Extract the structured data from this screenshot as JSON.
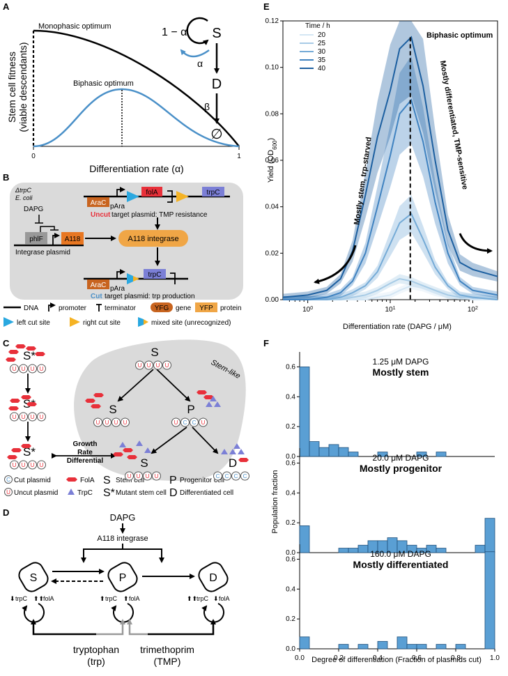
{
  "panel_labels": {
    "a": "A",
    "b": "B",
    "c": "C",
    "d": "D",
    "e": "E",
    "f": "F"
  },
  "panelA": {
    "ylabel1": "Stem cell fitness",
    "ylabel2": "(viable descendants)",
    "xlabel": "Differentiation rate (α)",
    "x0": "0",
    "x1": "1",
    "mono": "Monophasic optimum",
    "bi": "Biphasic optimum",
    "schema": {
      "one_minus_alpha": "1 − α",
      "S": "S",
      "alpha": "α",
      "D": "D",
      "beta": "β",
      "empty": "∅"
    }
  },
  "panelB": {
    "strain1": "ΔtrpC",
    "strain2": "E. coli",
    "folA": "folA",
    "trpC": "trpC",
    "araC": "AraC",
    "pAra": "pAra",
    "uncut_hi": "Uncut",
    "uncut_rest": " target plasmid: TMP resistance",
    "dapg": "DAPG",
    "phlF": "phlF",
    "a118": "A118",
    "integrase_plasmid": "Integrase plasmid",
    "a118_integrase": "A118 integrase",
    "cut_hi": "Cut",
    "cut_rest": " target plasmid: trp production"
  },
  "legendB": {
    "dna": "DNA",
    "promoter": "promoter",
    "terminator": "terminator",
    "gene_box": "YFG",
    "gene": "gene",
    "protein_box": "YFP",
    "protein": "protein",
    "left": "left cut site",
    "right": "right cut site",
    "mixed": "mixed site (unrecognized)"
  },
  "panelC": {
    "sstar": "S*",
    "S": "S",
    "P": "P",
    "D": "D",
    "u": "U",
    "c": "C",
    "stem_like": "Stem-like",
    "growth1": "Growth",
    "growth2": "Rate",
    "growth3": "Differential",
    "legend": {
      "cut": "Cut plasmid",
      "uncut": "Uncut plasmid",
      "fola": "FolA",
      "trpc": "TrpC",
      "stem": "Stem cell",
      "mutant": "Mutant stem cell",
      "prog": "Progenitor cell",
      "diff": "Differentiated cell",
      "S": "S",
      "Sstar": "S*",
      "P": "P",
      "D": "D",
      "C": "C",
      "U": "U"
    }
  },
  "panelD": {
    "dapg": "DAPG",
    "integrase": "A118 integrase",
    "S": "S",
    "P": "P",
    "D": "D",
    "trpC": "trpC",
    "folA": "folA",
    "trp1": "tryptophan",
    "trp2": "(trp)",
    "tmp1": "trimethoprim",
    "tmp2": "(TMP)"
  },
  "chart_e": {
    "type": "line",
    "xlabel": "Differentiation rate (DAPG / μM)",
    "ylabel": "Yield (OD600)",
    "x_scale": "log",
    "xlim": [
      0.5,
      200
    ],
    "ylim": [
      0,
      0.12
    ],
    "x_ticks": [
      "10^0",
      "10^1",
      "10^2"
    ],
    "x_tick_labels": {
      "base": "10",
      "exp0": "0",
      "exp1": "1",
      "exp2": "2"
    },
    "y_ticks": [
      "0.00",
      "0.02",
      "0.04",
      "0.06",
      "0.08",
      "0.10",
      "0.12"
    ],
    "legend_title": "Time / h",
    "legend_position": "top-left",
    "x": [
      0.5,
      1,
      1.7,
      2.5,
      3.5,
      5,
      7,
      10,
      13,
      18,
      25,
      35,
      50,
      70,
      100,
      200
    ],
    "series": [
      {
        "name": "20",
        "values": [
          0,
          0,
          0,
          0,
          0,
          0,
          0.001,
          0.002,
          0.004,
          0.006,
          0.005,
          0.003,
          0.002,
          0.001,
          0,
          0
        ]
      },
      {
        "name": "25",
        "values": [
          0,
          0,
          0,
          0,
          0.001,
          0.002,
          0.004,
          0.007,
          0.009,
          0.008,
          0.006,
          0.004,
          0.002,
          0.001,
          0.001,
          0
        ]
      },
      {
        "name": "30",
        "values": [
          0,
          0,
          0,
          0.001,
          0.003,
          0.006,
          0.012,
          0.024,
          0.033,
          0.037,
          0.026,
          0.014,
          0.006,
          0.002,
          0.001,
          0
        ]
      },
      {
        "name": "35",
        "values": [
          0,
          0,
          0.001,
          0.003,
          0.008,
          0.02,
          0.04,
          0.062,
          0.08,
          0.086,
          0.068,
          0.042,
          0.02,
          0.008,
          0.004,
          0.002
        ]
      },
      {
        "name": "40",
        "values": [
          0.001,
          0.002,
          0.004,
          0.009,
          0.021,
          0.045,
          0.07,
          0.09,
          0.108,
          0.113,
          0.092,
          0.06,
          0.03,
          0.016,
          0.013,
          0.01
        ]
      }
    ],
    "band_series": "40",
    "optimum_x": 17.5,
    "annotations": {
      "biphasic": "Biphasic optimum",
      "stem": "Mostly stem, trp-starved",
      "diff": "Mostly differentiated, TMP-sensitive"
    }
  },
  "chart_f": [
    {
      "type": "bar",
      "title1": "1.25 μM DAPG",
      "title2": "Mostly stem",
      "bins": [
        0,
        0.05,
        0.1,
        0.15,
        0.2,
        0.25,
        0.3,
        0.35,
        0.4,
        0.45,
        0.5,
        0.55,
        0.6,
        0.65,
        0.7,
        0.75,
        0.8,
        0.85,
        0.9,
        0.95
      ],
      "values": [
        0.6,
        0.1,
        0.06,
        0.08,
        0.06,
        0.03,
        0,
        0,
        0.03,
        0,
        0,
        0,
        0.03,
        0,
        0.03,
        0,
        0,
        0,
        0,
        0
      ],
      "ylim": [
        0,
        0.7
      ],
      "y_ticks": [
        "0.0",
        "0.2",
        "0.4",
        "0.6"
      ]
    },
    {
      "type": "bar",
      "title1": "20.0 μM DAPG",
      "title2": "Mostly progenitor",
      "bins": [
        0,
        0.05,
        0.1,
        0.15,
        0.2,
        0.25,
        0.3,
        0.35,
        0.4,
        0.45,
        0.5,
        0.55,
        0.6,
        0.65,
        0.7,
        0.75,
        0.8,
        0.85,
        0.9,
        0.95
      ],
      "values": [
        0.18,
        0,
        0,
        0,
        0.03,
        0.03,
        0.05,
        0.08,
        0.08,
        0.1,
        0.08,
        0.05,
        0.03,
        0.05,
        0.03,
        0,
        0,
        0,
        0.05,
        0.23
      ],
      "ylim": [
        0,
        0.7
      ],
      "y_ticks": [
        "0.0",
        "0.2",
        "0.4",
        "0.6"
      ]
    },
    {
      "type": "bar",
      "title1": "160.0 μM DAPG",
      "title2": "Mostly differentiated",
      "bins": [
        0,
        0.05,
        0.1,
        0.15,
        0.2,
        0.25,
        0.3,
        0.35,
        0.4,
        0.45,
        0.5,
        0.55,
        0.6,
        0.65,
        0.7,
        0.75,
        0.8,
        0.85,
        0.9,
        0.95
      ],
      "values": [
        0.08,
        0,
        0,
        0,
        0.03,
        0,
        0.03,
        0,
        0.05,
        0,
        0.08,
        0.03,
        0.03,
        0,
        0.03,
        0,
        0.03,
        0,
        0,
        0.65
      ],
      "ylim": [
        0,
        0.7
      ],
      "y_ticks": [
        "0.0",
        "0.2",
        "0.4",
        "0.6"
      ]
    }
  ],
  "panelF_axes": {
    "ylabel": "Population fraction",
    "xlabel": "Degree of differentiation (Fraction of plasmids cut)",
    "x_ticks": [
      "0.0",
      "0.2",
      "0.4",
      "0.6",
      "0.8",
      "1.0"
    ]
  },
  "colors": {
    "blue": "#4a90c8",
    "red": "#e8303a",
    "orange": "#e87722",
    "purple": "#7b7fd6",
    "orange_gene": "#c8641f",
    "tan": "#f0a646",
    "gray_panel": "#dadada",
    "cut_blue": "#2aa8e0",
    "cut_orange": "#f5b324"
  }
}
